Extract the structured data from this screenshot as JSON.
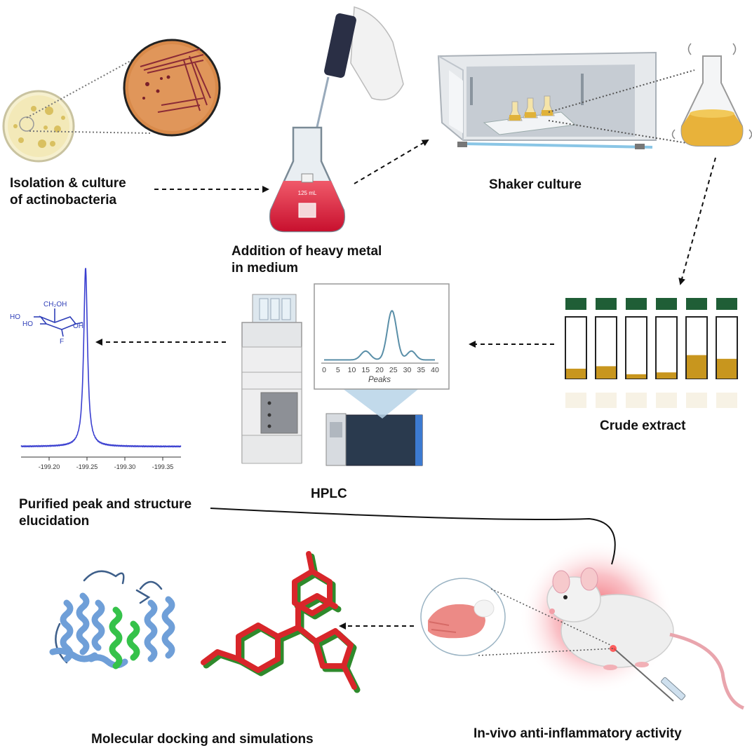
{
  "labels": {
    "isolation_l1": "Isolation & culture",
    "isolation_l2": "of actinobacteria",
    "heavy_metal_l1": "Addition of heavy metal",
    "heavy_metal_l2": "in medium",
    "shaker": "Shaker culture",
    "crude": "Crude extract",
    "hplc": "HPLC",
    "purified_l1": "Purified peak and structure",
    "purified_l2": "elucidation",
    "invivo": "In-vivo anti-inflammatory activity",
    "docking": "Molecular docking and simulations"
  },
  "hplc_chart": {
    "type": "line",
    "xlabel": "Peaks",
    "xticks": [
      "0",
      "5",
      "10",
      "15",
      "20",
      "25",
      "30",
      "35",
      "40"
    ]
  },
  "nmr_chart": {
    "xticks": [
      "-199.20",
      "-199.25",
      "-199.30",
      "-199.35"
    ]
  },
  "molecule_labels": {
    "ch2oh": "CH₂OH",
    "ho1": "HO",
    "ho2": "HO",
    "oh": "OH",
    "f": "F"
  },
  "flask_text": "125 mL",
  "tube_fill_levels": [
    0.16,
    0.2,
    0.07,
    0.1,
    0.38,
    0.32
  ],
  "colors": {
    "agar": "#d98a4a",
    "culture_medium": "#e0b23a",
    "red_medium": "#d8203a",
    "protein_blue": "#6f9fd8",
    "protein_green": "#35c24a",
    "ligand_red": "#d8262a",
    "ligand_green": "#2f8a2c",
    "nmr_line": "#3a3fd0",
    "tube_cap": "#1f5e36",
    "extract": "#c8961e"
  }
}
